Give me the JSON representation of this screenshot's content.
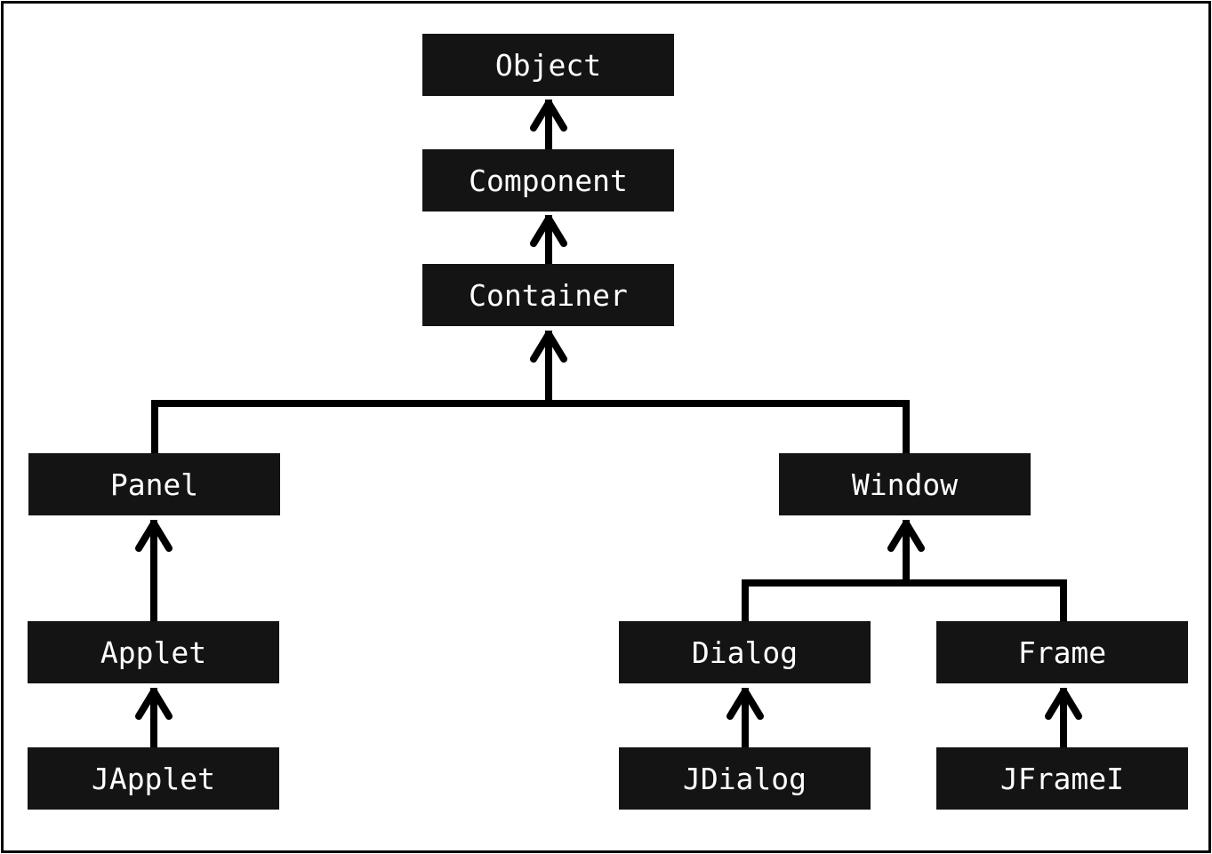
{
  "diagram": {
    "nodes": {
      "object": "Object",
      "component": "Component",
      "container": "Container",
      "panel": "Panel",
      "window": "Window",
      "applet": "Applet",
      "dialog": "Dialog",
      "frame": "Frame",
      "japplet": "JApplet",
      "jdialog": "JDialog",
      "jframe": "JFrameI"
    },
    "edges": [
      {
        "from": "component",
        "to": "object"
      },
      {
        "from": "container",
        "to": "component"
      },
      {
        "from": "panel",
        "to": "container"
      },
      {
        "from": "window",
        "to": "container"
      },
      {
        "from": "applet",
        "to": "panel"
      },
      {
        "from": "dialog",
        "to": "window"
      },
      {
        "from": "frame",
        "to": "window"
      },
      {
        "from": "japplet",
        "to": "applet"
      },
      {
        "from": "jdialog",
        "to": "dialog"
      },
      {
        "from": "jframe",
        "to": "frame"
      }
    ],
    "colors": {
      "node_fill": "#141414",
      "node_text": "#ffffff",
      "line": "#000000",
      "background": "#ffffff"
    }
  }
}
